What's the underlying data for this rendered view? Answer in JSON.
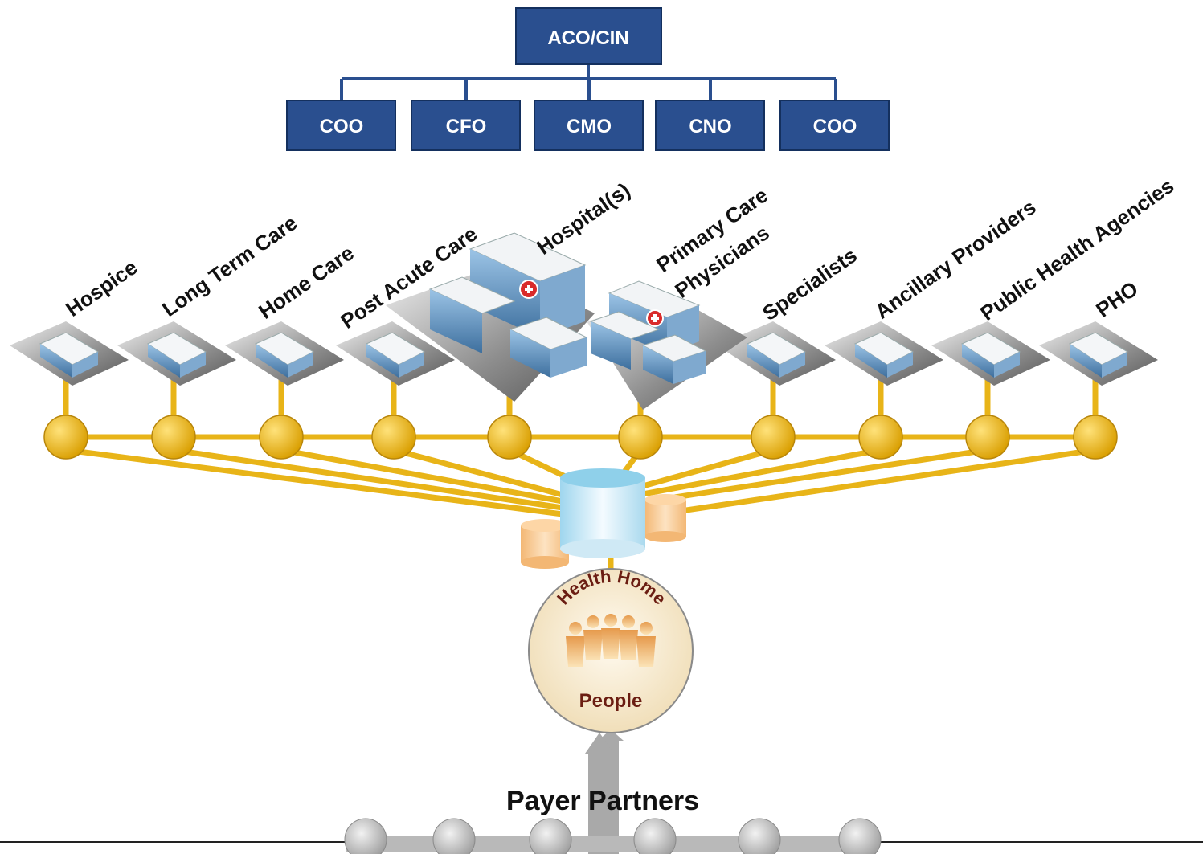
{
  "org": {
    "root": "ACO/CIN",
    "children": [
      "COO",
      "CFO",
      "CMO",
      "CNO",
      "COO"
    ]
  },
  "providers": [
    {
      "id": "hospice",
      "label": "Hospice"
    },
    {
      "id": "long-term-care",
      "label": "Long Term Care"
    },
    {
      "id": "home-care",
      "label": "Home Care"
    },
    {
      "id": "post-acute-care",
      "label": "Post Acute Care"
    },
    {
      "id": "hospitals",
      "label": "Hospital(s)"
    },
    {
      "id": "primary-care",
      "label": "Primary Care",
      "label2": "Physicians"
    },
    {
      "id": "specialists",
      "label": "Specialists"
    },
    {
      "id": "ancillary-providers",
      "label": "Ancillary Providers"
    },
    {
      "id": "public-health-agencies",
      "label": "Public Health Agencies"
    },
    {
      "id": "pho",
      "label": "PHO"
    }
  ],
  "health_home": {
    "arc_text": "Health Home",
    "label": "People"
  },
  "payer": {
    "label": "Payer Partners"
  },
  "colors": {
    "org_box": "#2a4f8f",
    "network_gold": "#e8b418",
    "db_blue": "#bfe3f2",
    "db_orange": "#f7c98e",
    "health_home_fill": "#f6ecd2",
    "payer_gray": "#b9b9b9"
  }
}
